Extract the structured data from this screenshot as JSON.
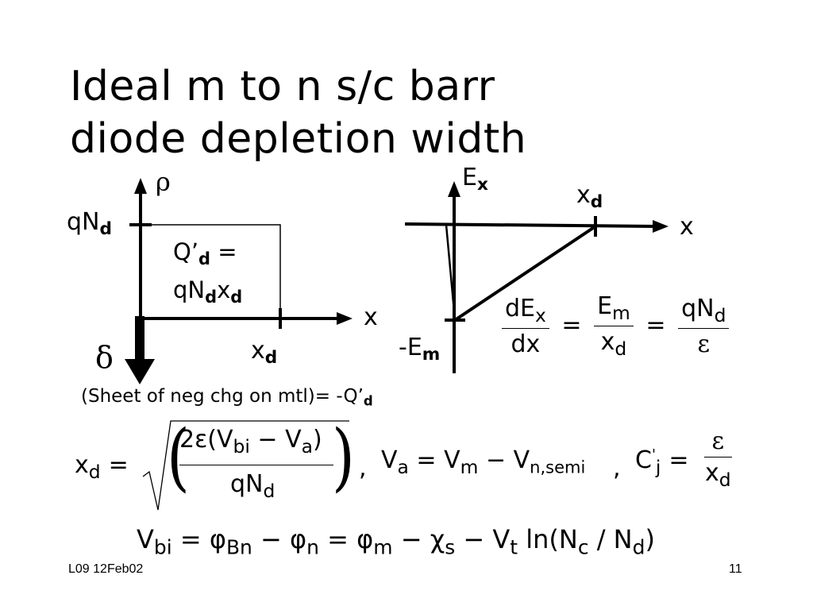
{
  "title": {
    "line1": "Ideal m to n s/c barr",
    "line2": "diode depletion width"
  },
  "left_plot": {
    "y_axis": "ρ",
    "x_axis": "x",
    "level_label": "qN",
    "level_sub": "d",
    "charge_line1_main": "Q’",
    "charge_line1_sub": "d",
    "charge_line1_tail": " =",
    "charge_line2_a": "qN",
    "charge_line2_a_sub": "d",
    "charge_line2_b": "x",
    "charge_line2_b_sub": "d",
    "xd_label": "x",
    "xd_sub": "d",
    "delta": "δ",
    "sheet_note": "(Sheet of neg chg on mtl)= -Q’",
    "sheet_note_sub": "d"
  },
  "right_plot": {
    "y_axis": "E",
    "y_axis_sub": "x",
    "x_axis": "x",
    "xd_label": "x",
    "xd_sub": "d",
    "em_label": "-E",
    "em_sub": "m"
  },
  "eq_field": {
    "num1": "dE",
    "num1_sub": "x",
    "den1": "dx",
    "eq": "=",
    "num2": "E",
    "num2_sub": "m",
    "den2": "x",
    "den2_sub": "d",
    "num3": "qN",
    "num3_sub": "d",
    "den3": "ε"
  },
  "eq_width": {
    "lhs": "x",
    "lhs_sub": "d",
    "eq": "=",
    "num_a": "2ε(V",
    "num_a_sub": "bi",
    "num_b": " − V",
    "num_b_sub": "a",
    "num_c": ")",
    "den": "qN",
    "den_sub": "d",
    "comma": ",",
    "va": "V",
    "va_sub": "a",
    "va_rhs1": " = V",
    "va_rhs1_sub": "m",
    "va_rhs2": " − V",
    "va_rhs2_sub": "n,semi",
    "cj": "C",
    "cj_sup": "'",
    "cj_sub": "j",
    "cj_eq": "=",
    "cj_num": "ε",
    "cj_den": "x",
    "cj_den_sub": "d"
  },
  "eq_vbi": {
    "p1": "V",
    "p1_sub": "bi",
    "p2": " = φ",
    "p2_sub": "Bn",
    "p3": " − φ",
    "p3_sub": "n",
    "p4": " = φ",
    "p4_sub": "m",
    "p5": " − χ",
    "p5_sub": "s",
    "p6": " − V",
    "p6_sub": "t",
    "p7": " ln(N",
    "p7_sub": "c",
    "p8": " / N",
    "p8_sub": "d",
    "p9": ")"
  },
  "footer": {
    "left": "L09 12Feb02",
    "right": "11"
  }
}
